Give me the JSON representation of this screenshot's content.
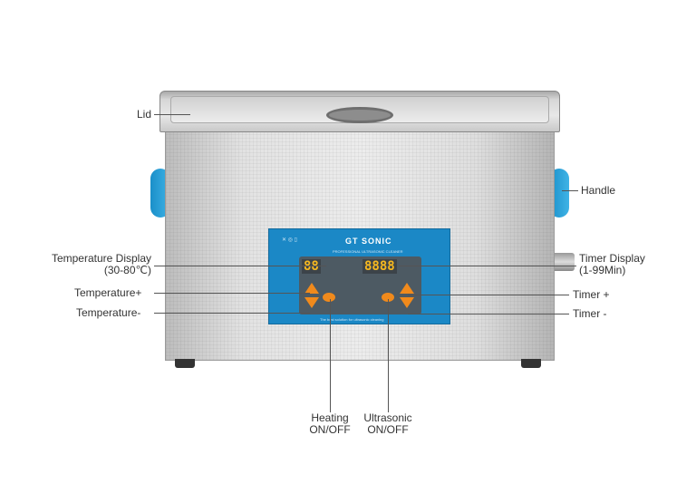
{
  "product": {
    "brand": "GT SONIC",
    "subtitle": "PROFESSIONAL ULTRASONIC CLEANER",
    "temp_readout": "88",
    "timer_readout": "8888",
    "panel_footer": "The best solution for ultrasonic cleaning",
    "colors": {
      "panel": "#1b88c6",
      "buttons": "#f08a1c",
      "digits": "#f5b820"
    }
  },
  "labels": {
    "lid": "Lid",
    "handle": "Handle",
    "temp_display": "Temperature Display",
    "temp_range": "(30-80℃)",
    "temp_plus": "Temperature+",
    "temp_minus": "Temperature-",
    "timer_display": "Timer Display",
    "timer_range": "(1-99Min)",
    "timer_plus": "Timer +",
    "timer_minus": "Timer -",
    "heating": "Heating",
    "heating_onoff": "ON/OFF",
    "ultrasonic": "Ultrasonic",
    "ultrasonic_onoff": "ON/OFF"
  }
}
